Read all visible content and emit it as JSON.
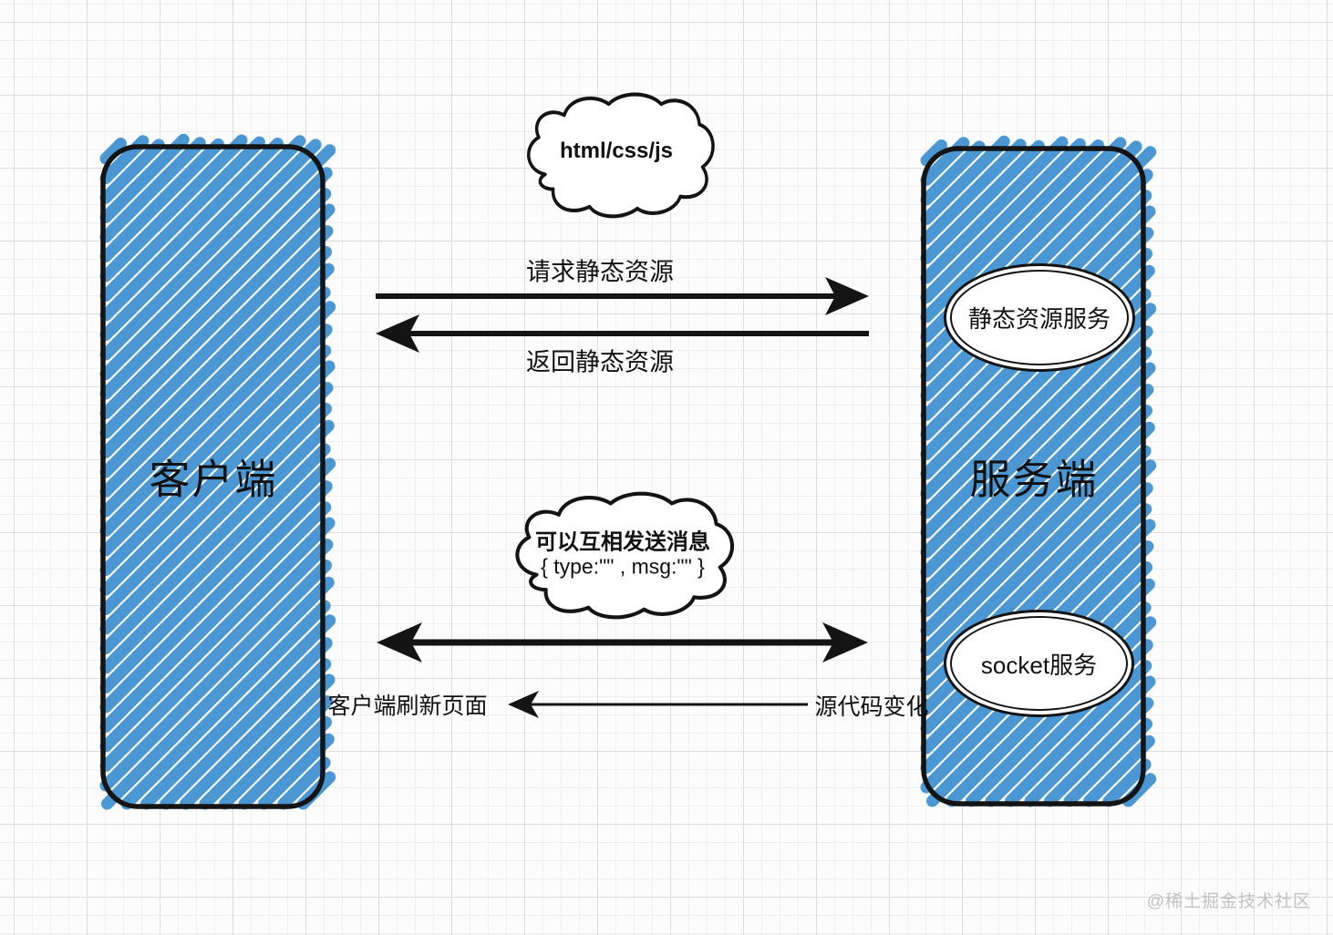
{
  "diagram": {
    "client_box": {
      "label": "客户端"
    },
    "server_box": {
      "label": "服务端"
    },
    "clouds": {
      "top": {
        "label": "html/css/js"
      },
      "middle": {
        "line1": "可以互相发送消息",
        "line2": "{ type:\"\" , msg:\"\" }"
      }
    },
    "arrows": {
      "request": {
        "label": "请求静态资源",
        "direction": "right"
      },
      "response": {
        "label": "返回静态资源",
        "direction": "left"
      },
      "socket": {
        "direction": "both"
      },
      "reload": {
        "label_left": "客户端刷新页面",
        "label_right": "源代码变化",
        "direction": "left"
      }
    },
    "server_services": {
      "static": {
        "label": "静态资源服务"
      },
      "socket": {
        "label": "socket服务"
      }
    },
    "watermark": "@稀土掘金技术社区"
  },
  "colors": {
    "stripe_blue": "#4A97D3",
    "outline_black": "#141414",
    "watermark_gray": "#c2c2c2"
  }
}
